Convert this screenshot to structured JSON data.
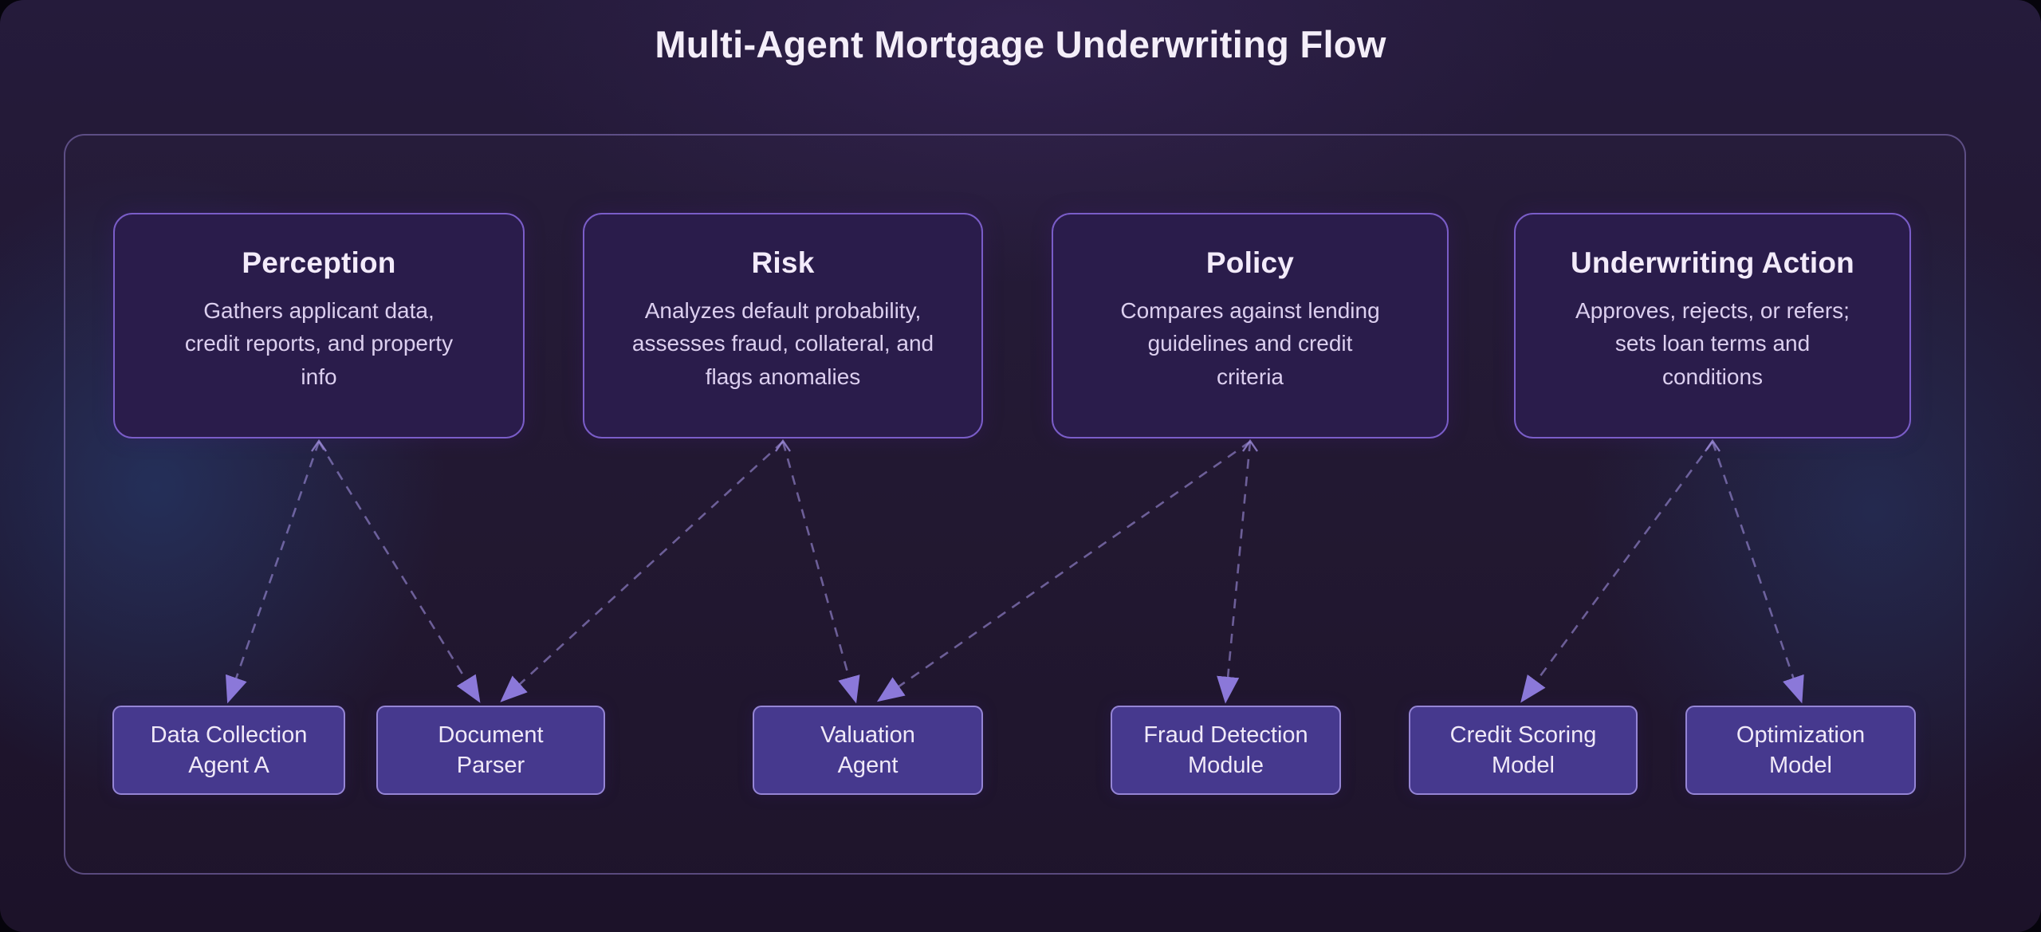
{
  "title": "Multi-Agent Mortgage Underwriting Flow",
  "diagram": {
    "agents": [
      {
        "id": "perception",
        "title": "Perception",
        "description": "Gathers applicant data, credit reports, and property info"
      },
      {
        "id": "risk",
        "title": "Risk",
        "description": "Analyzes default probability, assesses fraud, collateral, and flags anomalies"
      },
      {
        "id": "policy",
        "title": "Policy",
        "description": "Compares against lending guidelines and credit criteria"
      },
      {
        "id": "underwriting-action",
        "title": "Underwriting Action",
        "description": "Approves, rejects, or refers; sets loan terms and conditions"
      }
    ],
    "modules": [
      {
        "id": "data-collection-agent-a",
        "label": "Data Collection Agent A"
      },
      {
        "id": "document-parser",
        "label": "Document Parser"
      },
      {
        "id": "valuation-agent",
        "label": "Valuation Agent"
      },
      {
        "id": "fraud-detection-module",
        "label": "Fraud Detection Module"
      },
      {
        "id": "credit-scoring-model",
        "label": "Credit Scoring Model"
      },
      {
        "id": "optimization-model",
        "label": "Optimization Model"
      }
    ],
    "edges": [
      {
        "from": "perception",
        "to": "data-collection-agent-a"
      },
      {
        "from": "perception",
        "to": "document-parser"
      },
      {
        "from": "risk",
        "to": "document-parser"
      },
      {
        "from": "risk",
        "to": "valuation-agent"
      },
      {
        "from": "policy",
        "to": "valuation-agent"
      },
      {
        "from": "policy",
        "to": "fraud-detection-module"
      },
      {
        "from": "underwriting-action",
        "to": "credit-scoring-model"
      },
      {
        "from": "underwriting-action",
        "to": "optimization-model"
      }
    ],
    "colors": {
      "background": "#20162f",
      "panel_border": "#9682d2",
      "agent_fill": "#2a1c4b",
      "agent_border": "#7a5dc8",
      "module_fill": "#46398e",
      "module_border": "#9585d5",
      "edge": "#9b8ad8",
      "title_text": "#f4eef9",
      "body_text": "#dccfef"
    }
  }
}
